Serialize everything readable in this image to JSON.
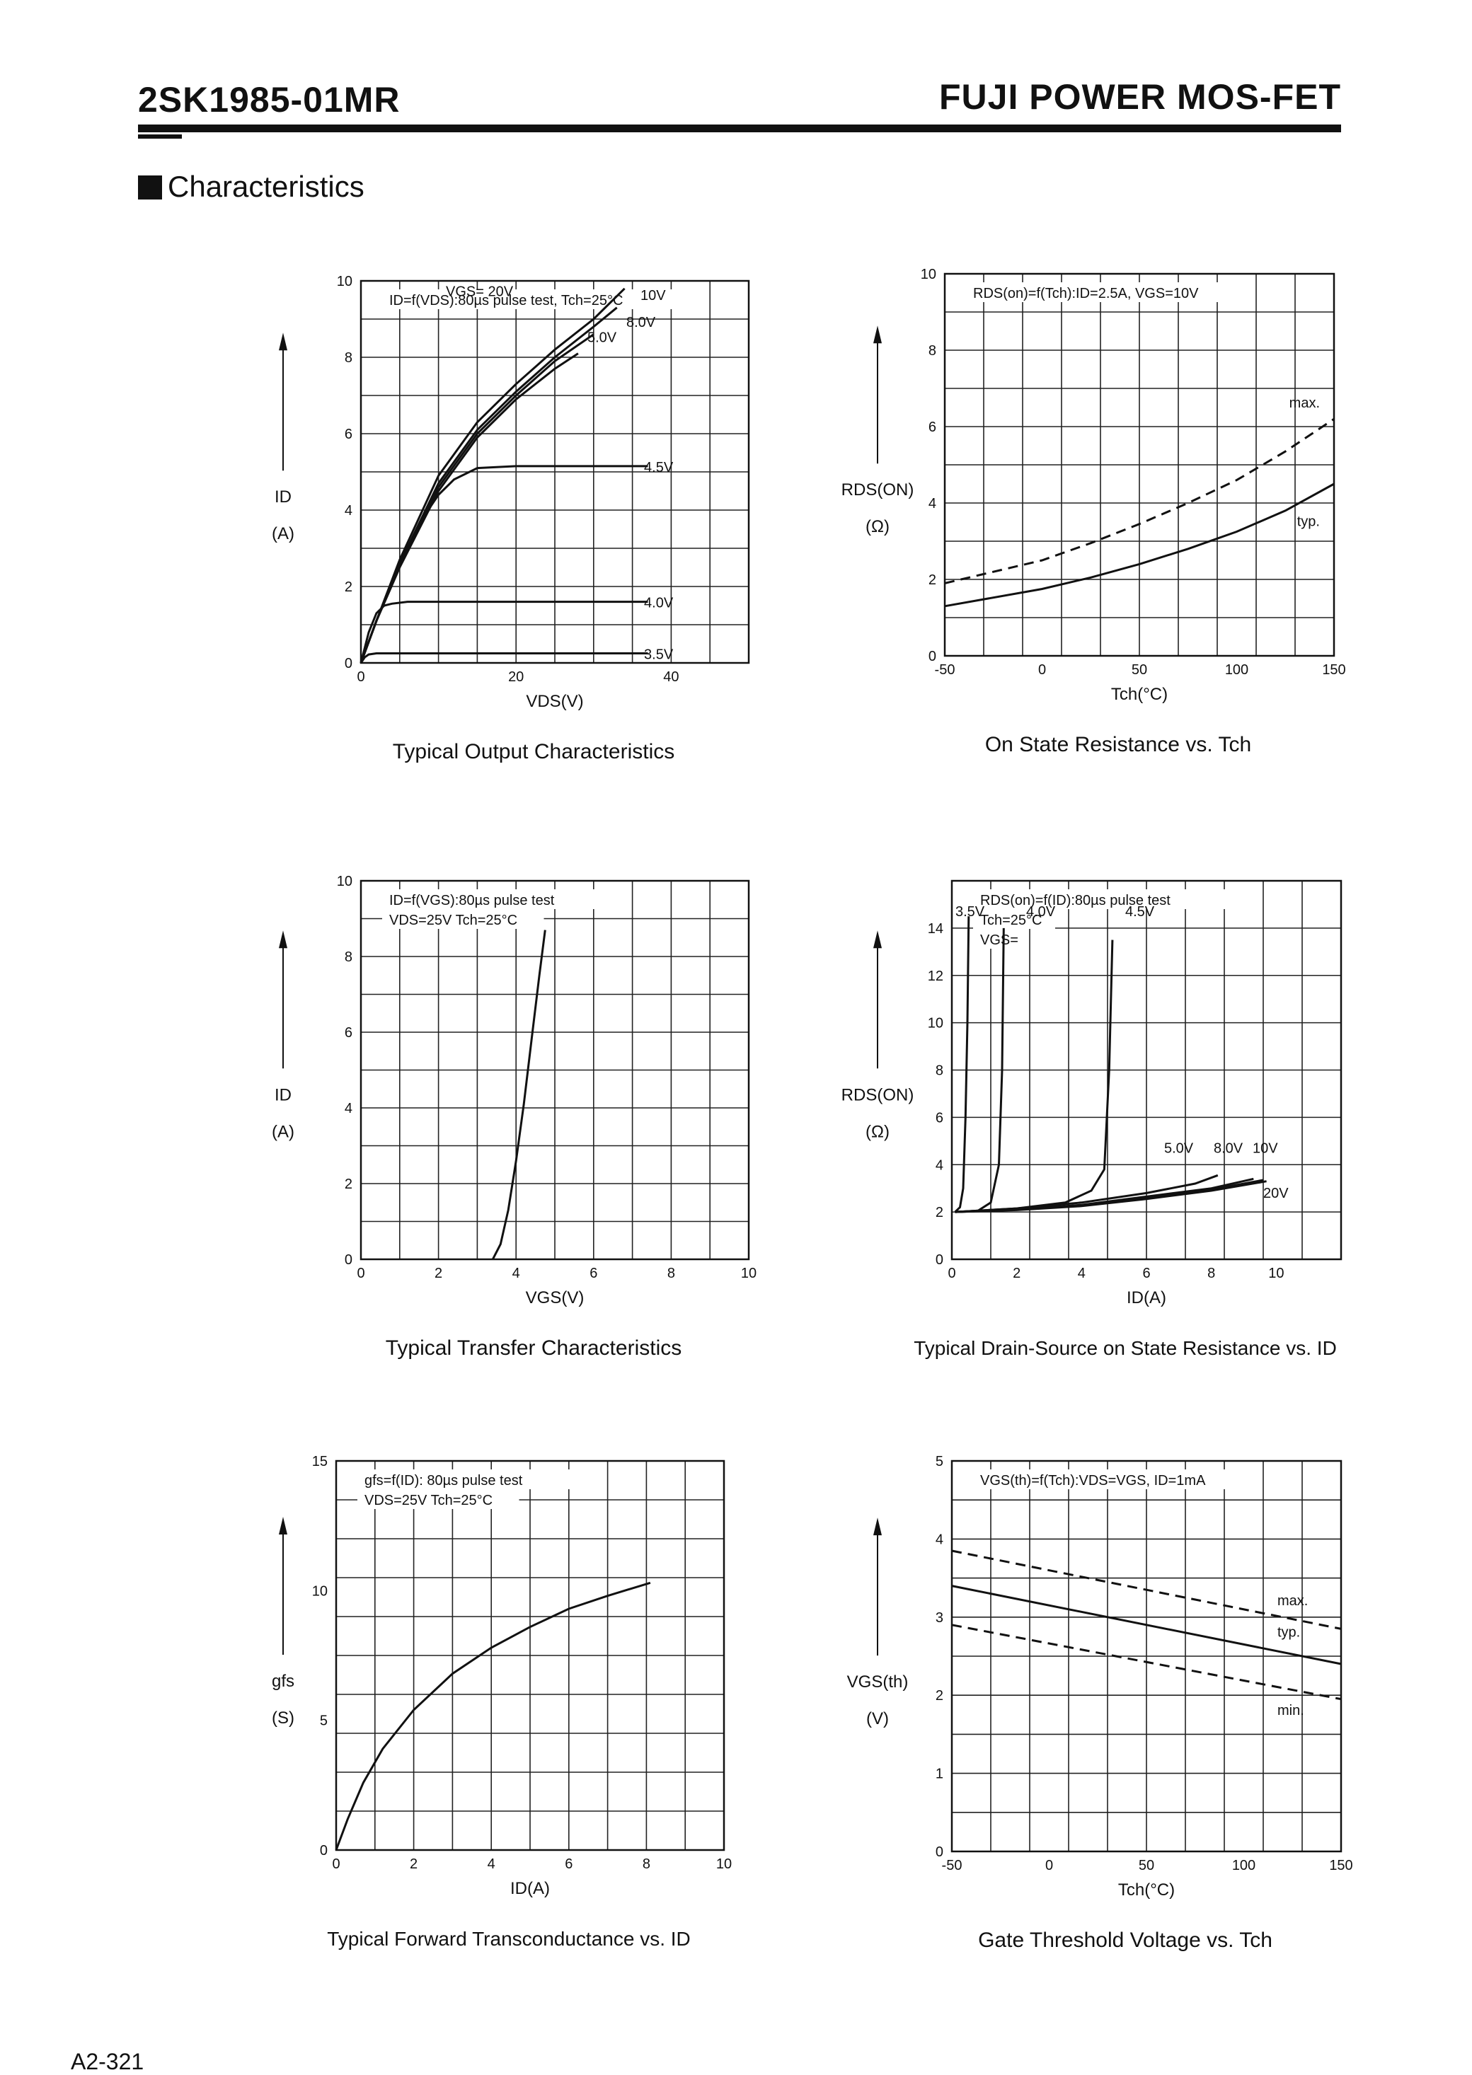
{
  "header": {
    "part_number": "2SK1985-01MR",
    "brand": "FUJI POWER MOS-FET"
  },
  "section_title": "Characteristics",
  "footer": {
    "page_code": "A2-321"
  },
  "chart_data": [
    {
      "id": "c1",
      "type": "line",
      "title": "Typical Output Characteristics",
      "annotation": [
        "ID=f(VDS):80µs pulse test, Tch=25°C"
      ],
      "xlabel": "VDS(V)",
      "ylabel": "ID",
      "yunit": "(A)",
      "xlim": [
        0,
        50
      ],
      "ylim": [
        0,
        10
      ],
      "xticks": [
        0,
        20,
        40
      ],
      "yticks": [
        0,
        2,
        4,
        6,
        8,
        10
      ],
      "grid": true,
      "series": [
        {
          "name": "VGS= 20V",
          "style": "solid",
          "x": [
            0,
            2,
            5,
            10,
            15,
            20,
            25,
            30,
            34
          ],
          "y": [
            0,
            1.1,
            2.7,
            4.9,
            6.3,
            7.3,
            8.2,
            9.0,
            9.8
          ]
        },
        {
          "name": "10V",
          "style": "solid",
          "x": [
            0,
            2,
            5,
            10,
            15,
            20,
            25,
            30,
            33
          ],
          "y": [
            0,
            1.1,
            2.6,
            4.7,
            6.1,
            7.1,
            8.0,
            8.8,
            9.3
          ]
        },
        {
          "name": "8.0V",
          "style": "solid",
          "x": [
            0,
            2,
            5,
            10,
            15,
            20,
            25,
            30
          ],
          "y": [
            0,
            1.1,
            2.6,
            4.6,
            6.0,
            7.0,
            7.9,
            8.6
          ]
        },
        {
          "name": "5.0V",
          "style": "solid",
          "x": [
            0,
            2,
            5,
            10,
            15,
            20,
            25,
            28
          ],
          "y": [
            0,
            1.1,
            2.5,
            4.5,
            5.9,
            6.9,
            7.7,
            8.1
          ]
        },
        {
          "name": "4.5V",
          "style": "solid",
          "x": [
            0,
            2,
            4,
            6,
            8,
            10,
            12,
            15,
            20,
            30,
            37
          ],
          "y": [
            0,
            1.1,
            2.1,
            3.0,
            3.8,
            4.4,
            4.8,
            5.1,
            5.15,
            5.15,
            5.15
          ]
        },
        {
          "name": "4.0V",
          "style": "solid",
          "x": [
            0,
            1,
            2,
            3,
            4,
            6,
            10,
            20,
            37
          ],
          "y": [
            0,
            0.8,
            1.3,
            1.5,
            1.55,
            1.6,
            1.6,
            1.6,
            1.6
          ]
        },
        {
          "name": "3.5V",
          "style": "solid",
          "x": [
            0,
            0.5,
            1,
            2,
            5,
            20,
            37
          ],
          "y": [
            0,
            0.15,
            0.22,
            0.25,
            0.25,
            0.25,
            0.25
          ]
        }
      ]
    },
    {
      "id": "c2",
      "type": "line",
      "title": "On State Resistance vs. Tch",
      "annotation": [
        "RDS(on)=f(Tch):ID=2.5A, VGS=10V"
      ],
      "xlabel": "Tch(°C)",
      "ylabel": "RDS(ON)",
      "yunit": "(Ω)",
      "xlim": [
        -50,
        150
      ],
      "ylim": [
        0,
        10
      ],
      "xticks": [
        -50,
        0,
        50,
        100,
        150
      ],
      "yticks": [
        0,
        2,
        4,
        6,
        8,
        10
      ],
      "grid": true,
      "series": [
        {
          "name": "max.",
          "style": "dashed",
          "x": [
            -50,
            0,
            25,
            50,
            75,
            100,
            125,
            150
          ],
          "y": [
            1.9,
            2.5,
            2.95,
            3.45,
            4.0,
            4.6,
            5.35,
            6.2
          ]
        },
        {
          "name": "typ.",
          "style": "solid",
          "x": [
            -50,
            0,
            25,
            50,
            75,
            100,
            125,
            150
          ],
          "y": [
            1.3,
            1.75,
            2.05,
            2.4,
            2.8,
            3.25,
            3.8,
            4.5
          ]
        }
      ]
    },
    {
      "id": "c3",
      "type": "line",
      "title": "Typical Transfer Characteristics",
      "annotation": [
        "ID=f(VGS):80µs pulse test",
        "VDS=25V  Tch=25°C"
      ],
      "xlabel": "VGS(V)",
      "ylabel": "ID",
      "yunit": "(A)",
      "xlim": [
        0,
        10
      ],
      "ylim": [
        0,
        10
      ],
      "xticks": [
        0,
        2,
        4,
        6,
        8,
        10
      ],
      "yticks": [
        0,
        2,
        4,
        6,
        8,
        10
      ],
      "grid": true,
      "series": [
        {
          "name": "",
          "style": "solid",
          "x": [
            3.4,
            3.6,
            3.8,
            4.0,
            4.2,
            4.4,
            4.6,
            4.75
          ],
          "y": [
            0,
            0.4,
            1.3,
            2.6,
            4.1,
            5.8,
            7.5,
            8.7
          ]
        }
      ]
    },
    {
      "id": "c4",
      "type": "line",
      "title": "Typical Drain-Source on State Resistance vs. ID",
      "annotation": [
        "RDS(on)=f(ID):80µs pulse test",
        "Tch=25°C",
        "VGS="
      ],
      "xlabel": "ID(A)",
      "ylabel": "RDS(ON)",
      "yunit": "(Ω)",
      "xlim": [
        0,
        12
      ],
      "ylim": [
        0,
        16
      ],
      "xticks": [
        0,
        2,
        4,
        6,
        8,
        10
      ],
      "yticks": [
        0,
        2,
        4,
        6,
        8,
        10,
        12,
        14
      ],
      "grid": true,
      "series": [
        {
          "name": "3.5V",
          "style": "solid",
          "x": [
            0.1,
            0.25,
            0.35,
            0.42,
            0.48,
            0.52
          ],
          "y": [
            2.0,
            2.2,
            3.0,
            6.0,
            10.0,
            14.5
          ]
        },
        {
          "name": "4.0V",
          "style": "solid",
          "x": [
            0.1,
            0.8,
            1.2,
            1.45,
            1.55,
            1.6
          ],
          "y": [
            2.0,
            2.05,
            2.4,
            4.0,
            8.0,
            14.0
          ]
        },
        {
          "name": "4.5V",
          "style": "solid",
          "x": [
            0.1,
            2,
            3.5,
            4.3,
            4.7,
            4.85,
            4.95
          ],
          "y": [
            2.0,
            2.15,
            2.4,
            2.9,
            3.8,
            8.0,
            13.5
          ]
        },
        {
          "name": "5.0V",
          "style": "solid",
          "x": [
            0.1,
            2,
            4,
            6,
            7.5,
            8.2
          ],
          "y": [
            2.0,
            2.15,
            2.4,
            2.8,
            3.2,
            3.55
          ]
        },
        {
          "name": "8.0V",
          "style": "solid",
          "x": [
            0.1,
            2,
            4,
            6,
            8,
            9.3
          ],
          "y": [
            2.0,
            2.1,
            2.3,
            2.65,
            3.0,
            3.4
          ]
        },
        {
          "name": "10V",
          "style": "solid",
          "x": [
            0.1,
            2,
            4,
            6,
            8,
            9.6
          ],
          "y": [
            2.0,
            2.1,
            2.28,
            2.6,
            2.95,
            3.35
          ]
        },
        {
          "name": "20V",
          "style": "solid",
          "x": [
            0.1,
            2,
            4,
            6,
            8,
            9.7
          ],
          "y": [
            2.0,
            2.08,
            2.25,
            2.55,
            2.9,
            3.3
          ]
        }
      ]
    },
    {
      "id": "c5",
      "type": "line",
      "title": "Typical Forward Transconductance vs. ID",
      "annotation": [
        "gfs=f(ID): 80µs pulse test",
        "VDS=25V  Tch=25°C"
      ],
      "xlabel": "ID(A)",
      "ylabel": "gfs",
      "yunit": "(S)",
      "xlim": [
        0,
        10
      ],
      "ylim": [
        0,
        15
      ],
      "xticks": [
        0,
        2,
        4,
        6,
        8,
        10
      ],
      "yticks": [
        0,
        5,
        10,
        15
      ],
      "grid": true,
      "series": [
        {
          "name": "",
          "style": "solid",
          "x": [
            0,
            0.3,
            0.7,
            1.2,
            2,
            3,
            4,
            5,
            6,
            7,
            8.1
          ],
          "y": [
            0,
            1.2,
            2.6,
            3.9,
            5.4,
            6.8,
            7.8,
            8.6,
            9.3,
            9.8,
            10.3
          ]
        }
      ]
    },
    {
      "id": "c6",
      "type": "line",
      "title": "Gate Threshold Voltage vs. Tch",
      "annotation": [
        "VGS(th)=f(Tch):VDS=VGS, ID=1mA"
      ],
      "xlabel": "Tch(°C)",
      "ylabel": "VGS(th)",
      "yunit": "(V)",
      "xlim": [
        -50,
        150
      ],
      "ylim": [
        0,
        5
      ],
      "xticks": [
        -50,
        0,
        50,
        100,
        150
      ],
      "yticks": [
        0,
        1,
        2,
        3,
        4,
        5
      ],
      "grid": true,
      "series": [
        {
          "name": "max.",
          "style": "dashed",
          "x": [
            -50,
            150
          ],
          "y": [
            3.85,
            2.85
          ]
        },
        {
          "name": "typ.",
          "style": "solid",
          "x": [
            -50,
            150
          ],
          "y": [
            3.4,
            2.4
          ]
        },
        {
          "name": "min.",
          "style": "dashed",
          "x": [
            -50,
            150
          ],
          "y": [
            2.9,
            1.95
          ]
        }
      ]
    }
  ]
}
